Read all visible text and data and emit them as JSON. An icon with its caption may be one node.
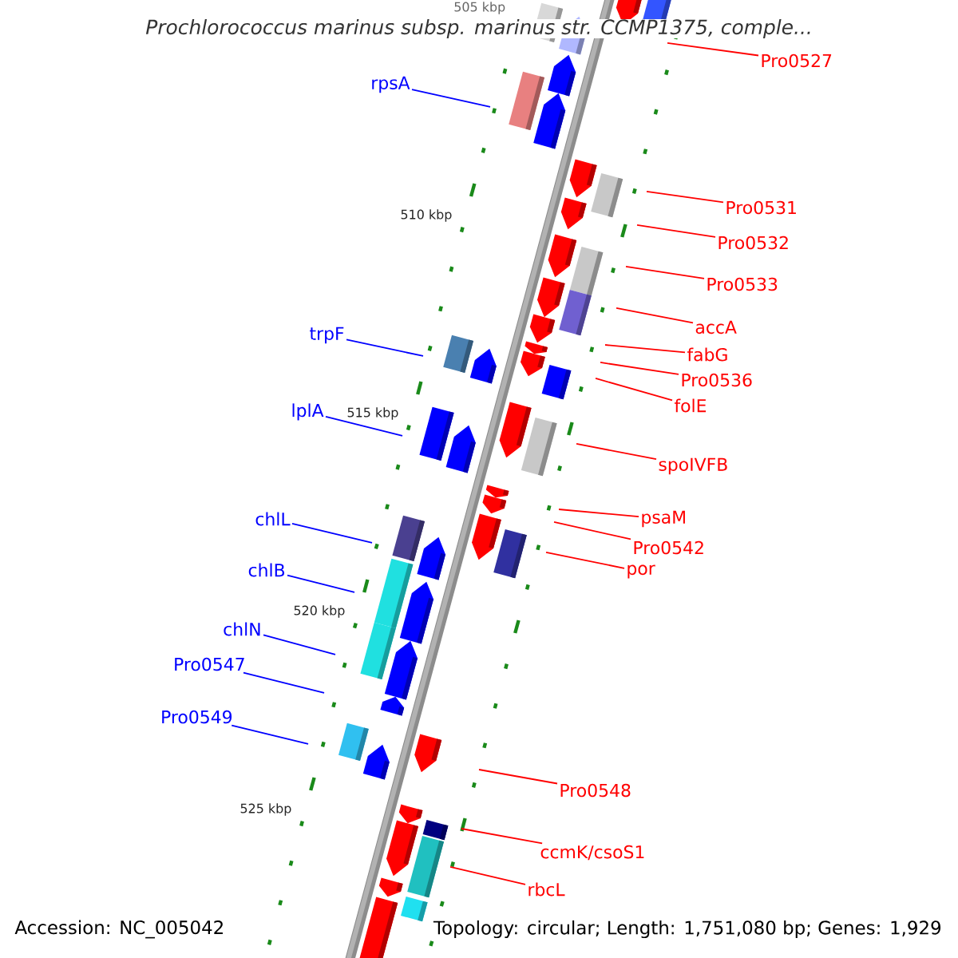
{
  "diagram": {
    "title": "Prochlorococcus marinus subsp. marinus str. CCMP1375, comple...",
    "nodes": [
      {
        "text": [
          "Pro0527"
        ]
      },
      {
        "text": [
          "rpsA"
        ]
      },
      {
        "text": [
          "Pro0531"
        ]
      },
      {
        "text": [
          "Pro0532"
        ]
      },
      {
        "text": [
          "Pro0533"
        ]
      },
      {
        "text": [
          "accA"
        ]
      },
      {
        "text": [
          "fabG"
        ]
      },
      {
        "text": [
          "trpF"
        ]
      },
      {
        "text": [
          "Pro0536"
        ]
      },
      {
        "text": [
          "folE"
        ]
      },
      {
        "text": [
          "lplA"
        ]
      },
      {
        "text": [
          "spoIVFB"
        ]
      },
      {
        "text": [
          "psaM"
        ]
      },
      {
        "text": [
          "chlL"
        ]
      },
      {
        "text": [
          "Pro0542"
        ]
      },
      {
        "text": [
          "por"
        ]
      },
      {
        "text": [
          "chlB"
        ]
      },
      {
        "text": [
          "chlN"
        ]
      },
      {
        "text": [
          "Pro0547"
        ]
      },
      {
        "text": [
          "Pro0549"
        ]
      },
      {
        "text": [
          "Pro0548"
        ]
      },
      {
        "text": [
          "ccmK/csoS1"
        ]
      },
      {
        "text": [
          "rbcL"
        ]
      }
    ],
    "edges": [
      {
        "from": 0,
        "to": null,
        "arrow": "none"
      },
      {
        "from": 1,
        "to": null,
        "arrow": "none",
        "color": "#0000ff"
      },
      {
        "from": 2,
        "to": null,
        "arrow": "none"
      },
      {
        "from": 3,
        "to": null,
        "arrow": "none"
      },
      {
        "from": 4,
        "to": null,
        "arrow": "none"
      },
      {
        "from": 5,
        "to": null,
        "arrow": "none"
      },
      {
        "from": 6,
        "to": null,
        "arrow": "none"
      },
      {
        "from": 7,
        "to": null,
        "arrow": "none",
        "color": "#0000ff"
      },
      {
        "from": 8,
        "to": null,
        "arrow": "none"
      },
      {
        "from": 9,
        "to": null,
        "arrow": "none"
      },
      {
        "from": 10,
        "to": null,
        "arrow": "none",
        "color": "#0000ff"
      },
      {
        "from": 11,
        "to": null,
        "arrow": "none"
      },
      {
        "from": 12,
        "to": null,
        "arrow": "none"
      },
      {
        "from": 13,
        "to": null,
        "arrow": "none",
        "color": "#0000ff"
      },
      {
        "from": 14,
        "to": null,
        "arrow": "none"
      },
      {
        "from": 15,
        "to": null,
        "arrow": "none"
      },
      {
        "from": 16,
        "to": null,
        "arrow": "none",
        "color": "#0000ff"
      },
      {
        "from": 17,
        "to": null,
        "arrow": "none",
        "color": "#0000ff"
      },
      {
        "from": 18,
        "to": null,
        "arrow": "none",
        "color": "#0000ff"
      },
      {
        "from": 19,
        "to": null,
        "arrow": "none",
        "color": "#0000ff"
      },
      {
        "from": 20,
        "to": null,
        "arrow": "none"
      },
      {
        "from": 21,
        "to": null,
        "arrow": "none"
      },
      {
        "from": 22,
        "to": null,
        "arrow": "none"
      }
    ],
    "labels": [
      "505 kbp",
      "510 kbp",
      "515 kbp",
      "520 kbp",
      "525 kbp",
      "Accession: NC_005042",
      "Topology: circular; Length: 1,751,080 bp; Genes: 1,929"
    ]
  }
}
